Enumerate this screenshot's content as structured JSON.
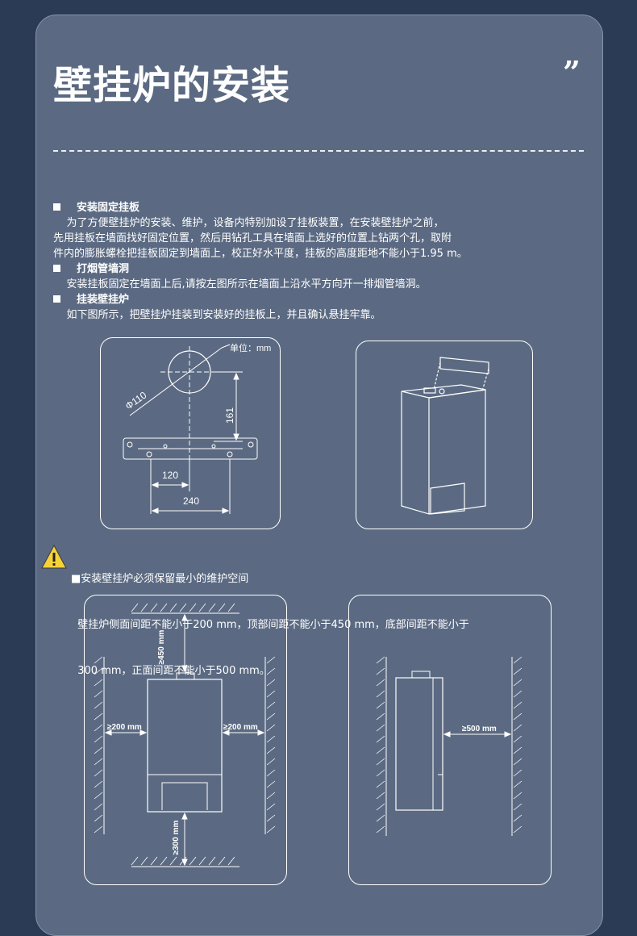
{
  "page_title": "壁挂炉的安装",
  "quote_mark": "”",
  "sections": [
    {
      "heading": "安装固定挂板",
      "lines": [
        "    为了方便壁挂炉的安装、维护，设备内特别加设了挂板装置，在安装壁挂炉之前，",
        "先用挂板在墙面找好固定位置，然后用钻孔工具在墙面上选好的位置上钻两个孔，取附",
        "件内的膨胀螺栓把挂板固定到墙面上，校正好水平度，挂板的高度距地不能小于1.95 m。"
      ]
    },
    {
      "heading": "打烟管墙洞",
      "lines": [
        "    安装挂板固定在墙面上后,请按左图所示在墙面上沿水平方向开一排烟管墙洞。"
      ]
    },
    {
      "heading": "挂装壁挂炉",
      "lines": [
        "    如下图所示，把壁挂炉挂装到安装好的挂板上，并且确认悬挂牢靠。"
      ]
    }
  ],
  "diagram1": {
    "unit": "单位：mm",
    "d": "Φ110",
    "h": "161",
    "w1": "120",
    "w2": "240"
  },
  "warning": {
    "heading": "■安装壁挂炉必须保留最小的维护空间",
    "lines": [
      "  壁挂炉侧面间距不能小于200 mm，顶部间距不能小于450 mm，底部间距不能小于",
      "  300 mm，正面间距不能小于500 mm。"
    ]
  },
  "diagram3": {
    "top": "≥450 mm",
    "left": "≥200 mm",
    "right": "≥200 mm",
    "bottom": "≥300 mm"
  },
  "diagram4": {
    "front": "≥500 mm"
  }
}
